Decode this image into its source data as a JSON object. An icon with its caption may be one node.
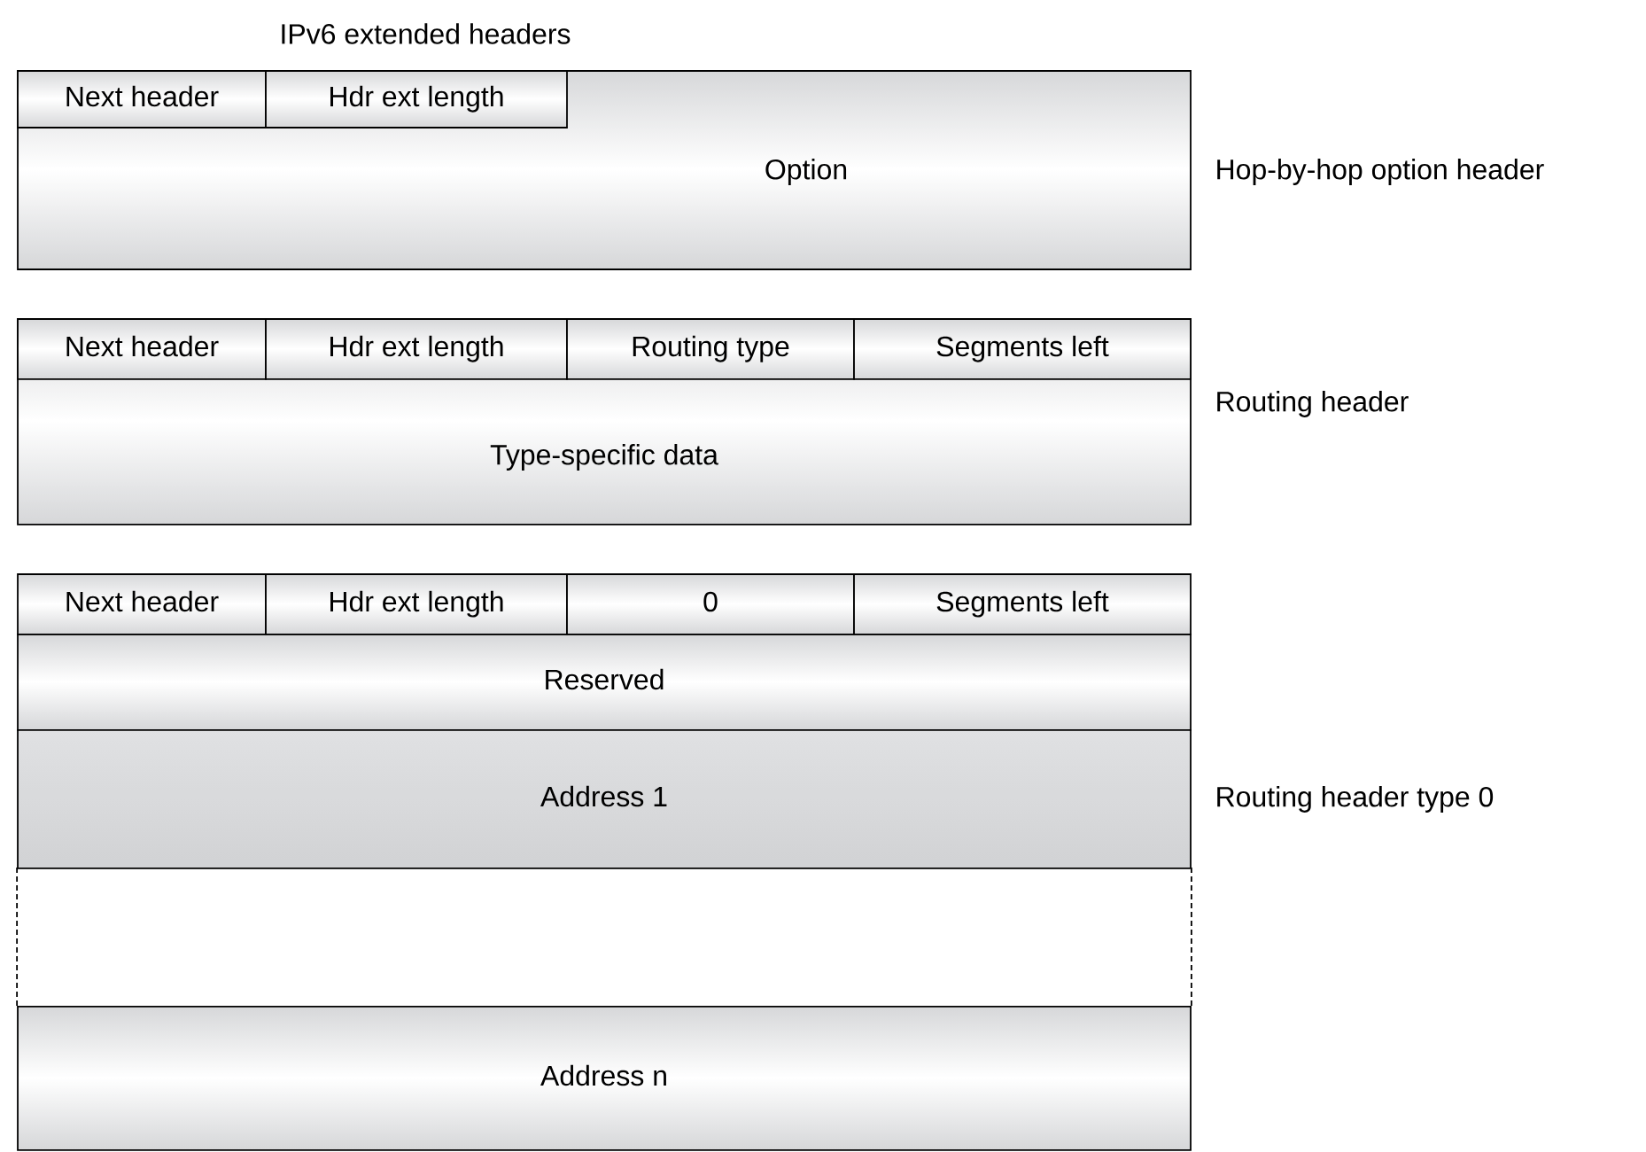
{
  "diagram": {
    "title": "IPv6 extended headers",
    "nodes": [
      {
        "text": [
          "Option"
        ],
        "beside": [
          "Hop-by-hop option header"
        ]
      },
      {
        "text": [
          "Next header"
        ],
        "in": 0
      },
      {
        "text": [
          "Hdr ext length"
        ],
        "in": 0
      },
      {
        "text": [
          "Type-specific data"
        ],
        "beside": [
          "Routing header"
        ]
      },
      {
        "text": [
          "Next header"
        ],
        "in": 3
      },
      {
        "text": [
          "Hdr ext length"
        ],
        "in": 3
      },
      {
        "text": [
          "Routing type"
        ],
        "in": 3
      },
      {
        "text": [
          "Segments left"
        ],
        "in": 3
      },
      {
        "text": [
          "Next header"
        ]
      },
      {
        "text": [
          "Hdr ext length"
        ]
      },
      {
        "text": [
          "0"
        ]
      },
      {
        "text": [
          "Segments left"
        ]
      },
      {
        "text": [
          "Reserved"
        ]
      },
      {
        "text": [
          "Address 1"
        ]
      },
      {
        "text": [],
        "shape": "box"
      },
      {
        "text": [
          "Address n"
        ]
      }
    ],
    "labels": [
      "Routing header type 0"
    ]
  }
}
